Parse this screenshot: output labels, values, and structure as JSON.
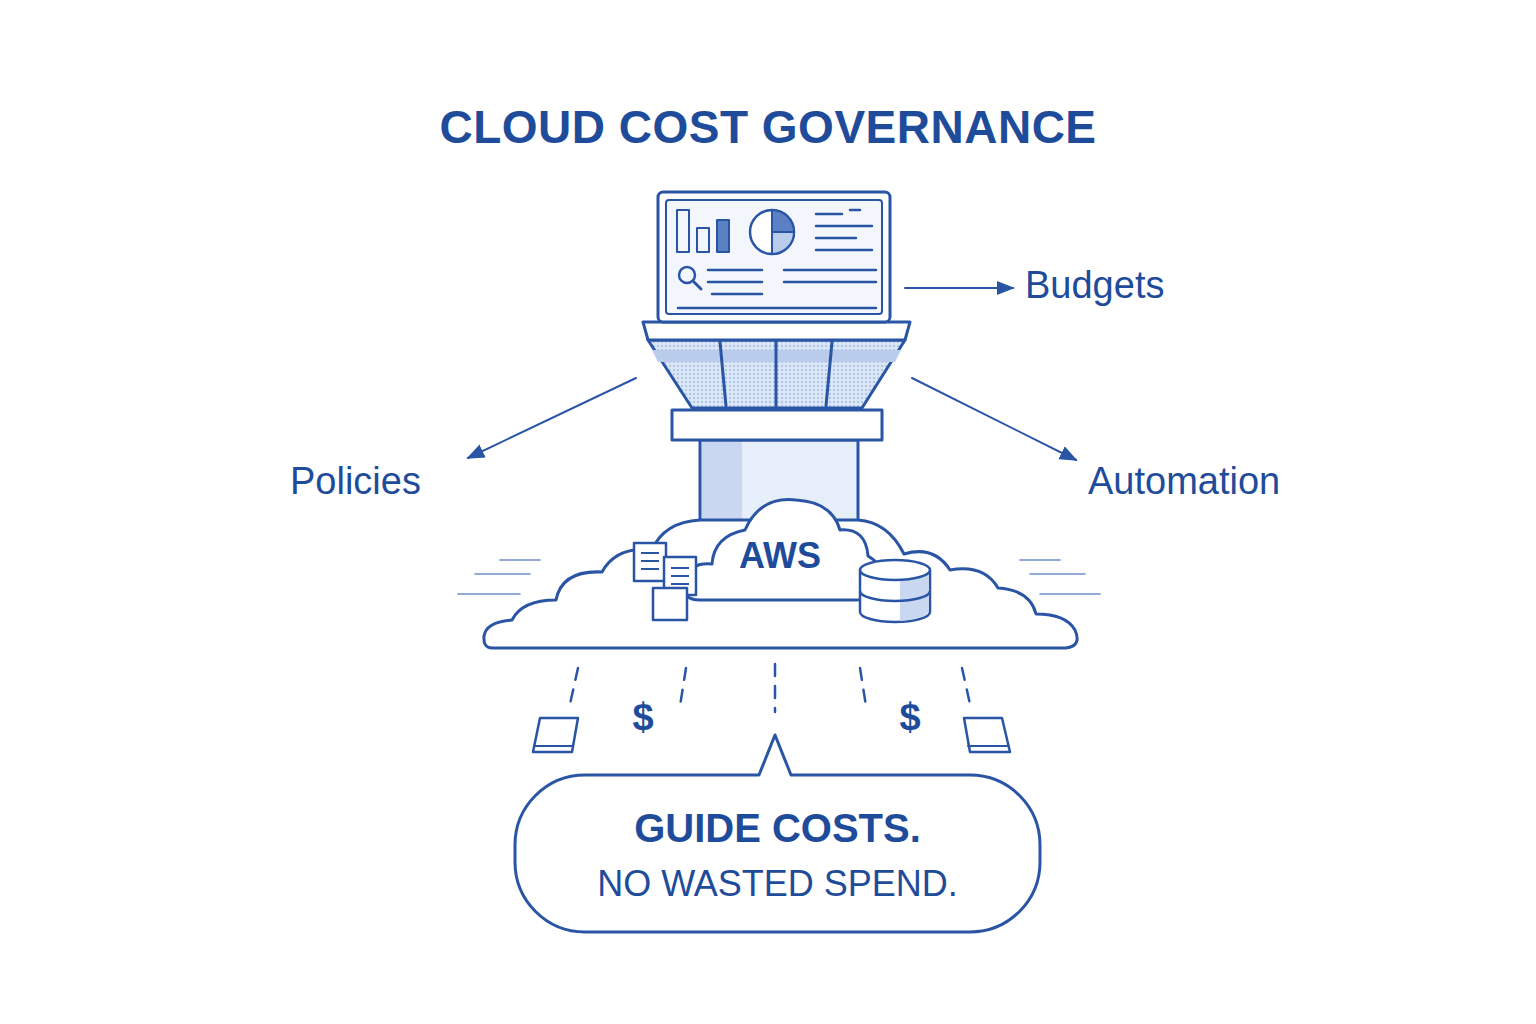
{
  "diagram": {
    "title": "CLOUD COST GOVERNANCE",
    "nodes": [
      {
        "text": [
          "AWS"
        ]
      },
      {
        "text": [
          "GUIDE COSTS.",
          "NO WASTED SPEND."
        ]
      }
    ],
    "labels": [
      "Budgets",
      "Policies",
      "Automation",
      "$",
      "$"
    ]
  }
}
